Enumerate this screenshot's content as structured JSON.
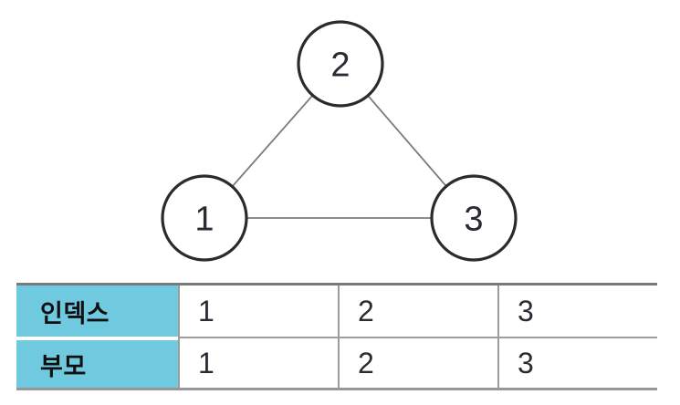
{
  "graph": {
    "nodes": [
      {
        "id": "1",
        "label": "1"
      },
      {
        "id": "2",
        "label": "2"
      },
      {
        "id": "3",
        "label": "3"
      }
    ],
    "edges": [
      {
        "from": "1",
        "to": "2"
      },
      {
        "from": "2",
        "to": "3"
      },
      {
        "from": "1",
        "to": "3"
      }
    ]
  },
  "table": {
    "rows": [
      {
        "header": "인덱스",
        "values": [
          "1",
          "2",
          "3"
        ]
      },
      {
        "header": "부모",
        "values": [
          "1",
          "2",
          "3"
        ]
      }
    ]
  },
  "colors": {
    "header_cell_bg": "#70cadf",
    "node_stroke": "#2b2b2b",
    "edge_stroke": "#7b7b7b",
    "table_border": "#9c9c9c"
  }
}
